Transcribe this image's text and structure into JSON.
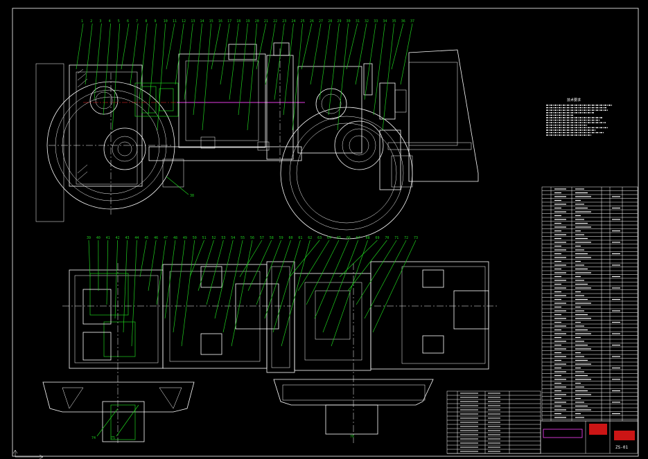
{
  "colors": {
    "background": "#000000",
    "outline": "#ffffff",
    "leader": "#1fd11f",
    "centerline": "#ff2b2b",
    "highlight": "#e23be2",
    "stamp": "#ff3030"
  },
  "top_view": {
    "balloons": [
      "1",
      "2",
      "3",
      "4",
      "5",
      "6",
      "7",
      "8",
      "9",
      "10",
      "11",
      "12",
      "13",
      "14",
      "15",
      "16",
      "17",
      "18",
      "19",
      "20",
      "21",
      "22",
      "23",
      "24",
      "25",
      "26",
      "27",
      "28",
      "29",
      "30",
      "31",
      "32",
      "33",
      "34",
      "35",
      "36",
      "37"
    ],
    "side_balloon": "38"
  },
  "bottom_view": {
    "balloons": [
      "39",
      "40",
      "41",
      "42",
      "43",
      "44",
      "45",
      "46",
      "47",
      "48",
      "49",
      "50",
      "51",
      "52",
      "53",
      "54",
      "55",
      "56",
      "57",
      "58",
      "59",
      "60",
      "61",
      "62",
      "63",
      "64",
      "65",
      "66",
      "67",
      "68",
      "69",
      "70",
      "71",
      "72",
      "73"
    ],
    "balloon_low_1": "74",
    "balloon_low_2": "75",
    "balloon_low_3": "76"
  },
  "notes": {
    "heading": "技术要求"
  },
  "title_block": {
    "stamp": "ZS-01"
  },
  "icons": {
    "ucs": "ucs-axis-icon"
  }
}
